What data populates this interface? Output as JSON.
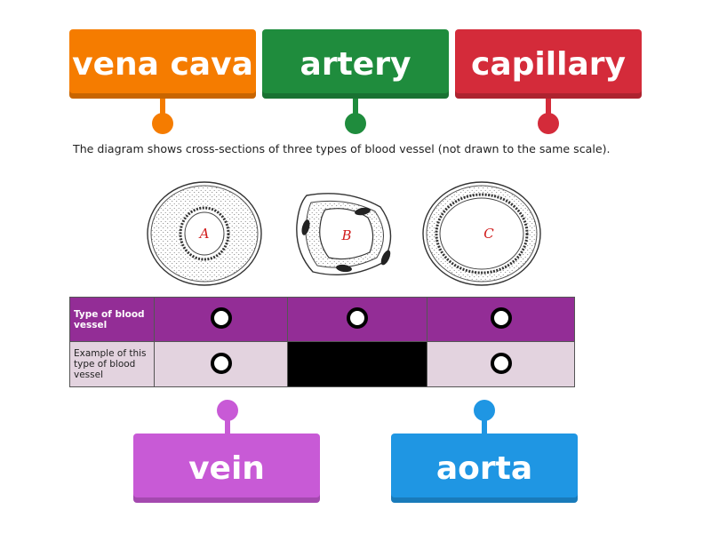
{
  "tiles": {
    "vena_cava": {
      "label": "vena cava",
      "color": "#f57c00"
    },
    "artery": {
      "label": "artery",
      "color": "#1f8c3d"
    },
    "capillary": {
      "label": "capillary",
      "color": "#d42b3a"
    },
    "vein": {
      "label": "vein",
      "color": "#c85ad6"
    },
    "aorta": {
      "label": "aorta",
      "color": "#1f96e3"
    }
  },
  "caption": "The diagram shows cross-sections of three types of blood vessel (not drawn to the same scale).",
  "diagram_labels": {
    "a": "A",
    "b": "B",
    "c": "C"
  },
  "table": {
    "row1_label": "Type of blood vessel",
    "row2_label": "Example of this type of blood vessel",
    "header_color": "#932d96",
    "row2_color": "#e3d3df",
    "blocked_color": "#000000"
  }
}
